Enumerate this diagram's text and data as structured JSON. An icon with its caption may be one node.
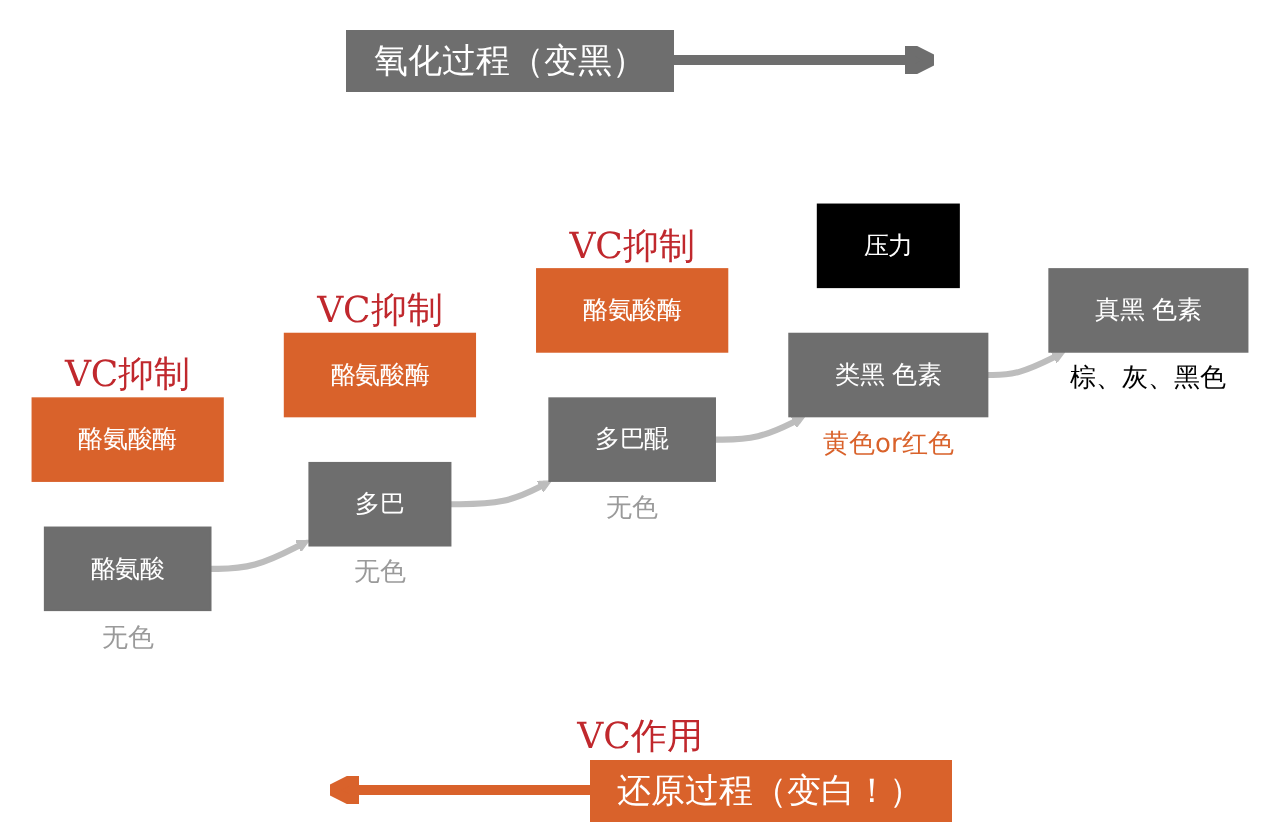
{
  "diagram": {
    "nodes": [
      {
        "text": [
          "酪氨酸"
        ],
        "beside": [
          "无色"
        ]
      },
      {
        "text": [
          "多巴"
        ],
        "beside": [
          "无色"
        ]
      },
      {
        "text": [
          "多巴醌"
        ],
        "beside": [
          "无色"
        ]
      },
      {
        "text": [
          "类黑 色素"
        ],
        "beside": [
          "黄色or红色"
        ]
      },
      {
        "text": [
          "真黑 色素"
        ],
        "beside": [
          "棕、灰、黑色"
        ]
      },
      {
        "text": [
          "酪氨酸酶"
        ],
        "beside": [
          "VC抑制"
        ]
      },
      {
        "text": [
          "酪氨酸酶"
        ],
        "beside": [
          "VC抑制"
        ]
      },
      {
        "text": [
          "酪氨酸酶"
        ],
        "beside": [
          "VC抑制"
        ]
      },
      {
        "text": [
          "压力"
        ]
      }
    ],
    "edges": [
      {
        "from": 0,
        "to": 1,
        "arrow": "to"
      },
      {
        "from": 1,
        "to": 2,
        "arrow": "to"
      },
      {
        "from": 2,
        "to": 3,
        "arrow": "to"
      },
      {
        "from": 3,
        "to": 4,
        "arrow": "to"
      }
    ],
    "labels": [
      "氧化过程（变黑）",
      "VC作用",
      "还原过程（变白！）"
    ]
  }
}
